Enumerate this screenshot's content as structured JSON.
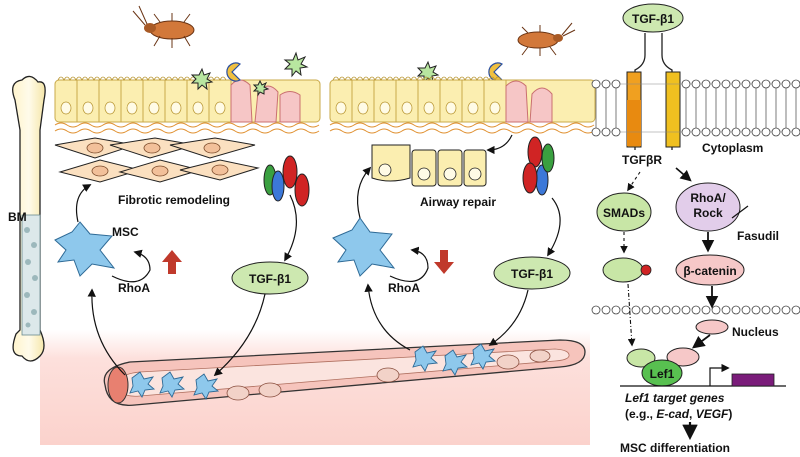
{
  "labels": {
    "bm": "BM",
    "msc": "MSC",
    "fibrotic_remodeling": "Fibrotic remodeling",
    "airway_repair": "Airway repair",
    "rhoa_left": "RhoA",
    "rhoa_right": "RhoA",
    "tgf_left": "TGF-β1",
    "tgf_right": "TGF-β1",
    "tgf_top": "TGF-β1",
    "tgfbr": "TGFβR",
    "cytoplasm": "Cytoplasm",
    "smads": "SMADs",
    "rhoa_rock_1": "RhoA/",
    "rhoa_rock_2": "Rock",
    "fasudil": "Fasudil",
    "beta_catenin": "β-catenin",
    "nucleus": "Nucleus",
    "lef1": "Lef1",
    "lef1_targets_italic": "Lef1",
    "lef1_targets_rest": " target genes",
    "eg_prefix": "(e.g., ",
    "eg_ecad": "E-cad",
    "eg_sep": ", ",
    "eg_vegf": "VEGF",
    "eg_suffix": ")",
    "msc_differentiation": "MSC differentiation"
  },
  "colors": {
    "epithelium": "#fbeeb0",
    "epithelium_stroke": "#c9a94a",
    "damaged_cell": "#f6c6c6",
    "fibroblast": "#fbe0c0",
    "msc": "#8ec8ec",
    "tgf_bubble": "#cde8b0",
    "receptor": "#f0a020",
    "vessel": "#f4b8b0",
    "background_band": "#fde0dc",
    "rhoa_rock": "#e2cdea",
    "beta_catenin": "#f6c8c8",
    "smad": "#c8e6a6",
    "lef1": "#58c050",
    "gene_box": "#7a1c7a",
    "arrow_up": "#c0392b",
    "red_oval": "#d02424",
    "green_oval": "#3aa040",
    "blue_oval": "#3c78d8"
  },
  "icons": [
    "cockroach-icon",
    "allergen-particle-icon",
    "up-arrow-icon",
    "down-arrow-icon"
  ]
}
